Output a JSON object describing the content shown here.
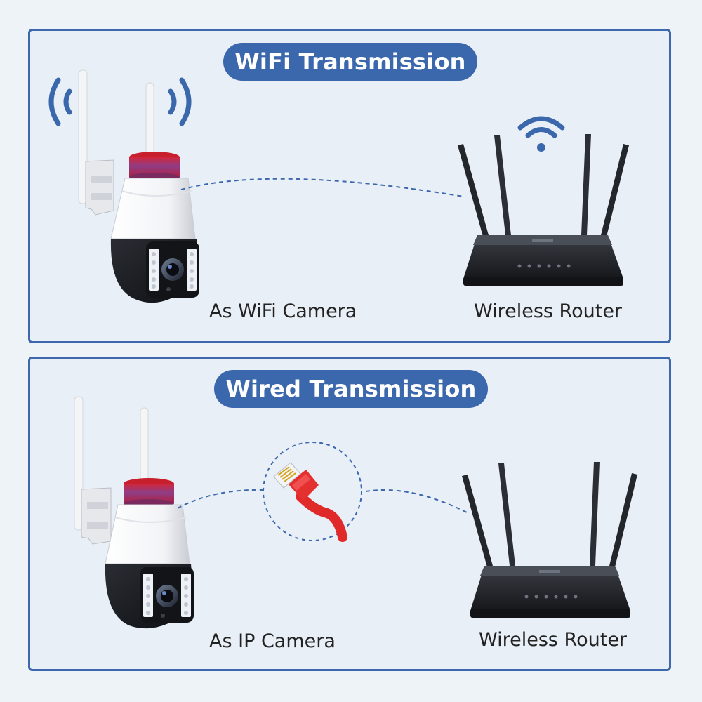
{
  "wifi_section": {
    "title": "WiFi Transmission",
    "camera_label": "As WiFi Camera",
    "router_label": "Wireless Router"
  },
  "wired_section": {
    "title": "Wired Transmission",
    "camera_label": "As IP Camera",
    "router_label": "Wireless Router"
  },
  "icons": {
    "wifi_signal": "wifi-icon",
    "camera_signal": "signal-waves-icon",
    "cable": "ethernet-cable-icon"
  },
  "colors": {
    "accent_blue": "#3b67ac",
    "cable_red": "#e02a2a",
    "panel_background": "#e9eff7"
  }
}
